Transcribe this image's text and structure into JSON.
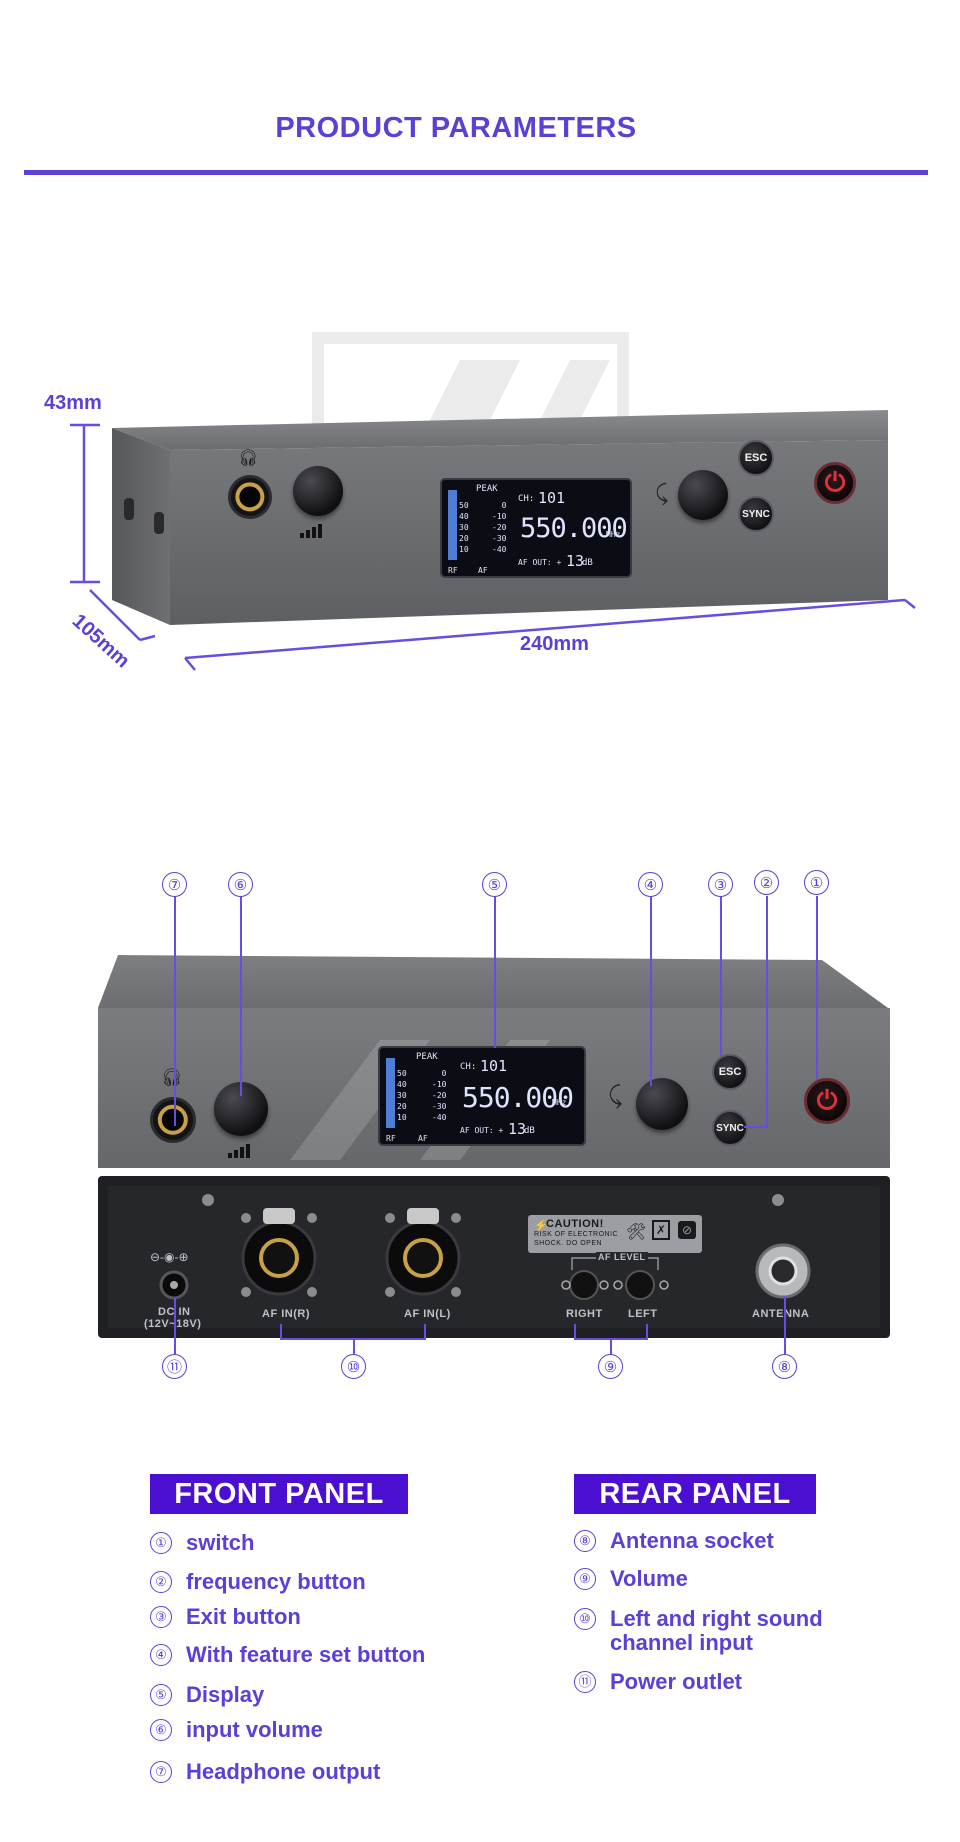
{
  "page": {
    "title": "PRODUCT PARAMETERS"
  },
  "dimensions": {
    "height": "43mm",
    "depth": "105mm",
    "width": "240mm"
  },
  "lcd": {
    "peak": "PEAK",
    "rf_scale": [
      "50",
      "40",
      "30",
      "20",
      "10"
    ],
    "af_scale": [
      "0",
      "-10",
      "-20",
      "-30",
      "-40"
    ],
    "rf_label": "RF",
    "af_label": "AF",
    "channel_label": "CH:",
    "channel_value": "101",
    "frequency": "550.000",
    "frequency_unit": "MHz",
    "afout_label": "AF OUT: +",
    "afout_value": "13",
    "afout_unit": "dB"
  },
  "device_buttons": {
    "esc": "ESC",
    "sync": "SYNC"
  },
  "rear": {
    "caution_title": "CAUTION!",
    "caution_text_1": "RISK OF ELECTRONIC",
    "caution_text_2": "SHOCK. DO OPEN",
    "dc_label_1": "DC IN",
    "dc_label_2": "(12V~18V)",
    "af_in_r": "AF IN(R)",
    "af_in_l": "AF IN(L)",
    "af_level": "AF LEVEL",
    "right": "RIGHT",
    "left": "LEFT",
    "antenna": "ANTENNA"
  },
  "callouts": [
    "⑦",
    "⑥",
    "⑤",
    "④",
    "③",
    "②",
    "①",
    "⑪",
    "⑩",
    "⑨",
    "⑧"
  ],
  "front_panel": {
    "heading": "FRONT PANEL",
    "items": [
      {
        "num": "①",
        "label": "switch"
      },
      {
        "num": "②",
        "label": "frequency button"
      },
      {
        "num": "③",
        "label": "Exit button"
      },
      {
        "num": "④",
        "label": "With feature set button"
      },
      {
        "num": "⑤",
        "label": "Display"
      },
      {
        "num": "⑥",
        "label": "input volume"
      },
      {
        "num": "⑦",
        "label": "Headphone output"
      }
    ]
  },
  "rear_panel": {
    "heading": "REAR PANEL",
    "items": [
      {
        "num": "⑧",
        "label": "Antenna socket"
      },
      {
        "num": "⑨",
        "label": "Volume"
      },
      {
        "num": "⑩",
        "label": "Left and right sound channel input"
      },
      {
        "num": "⑪",
        "label": "Power outlet"
      }
    ]
  },
  "colors": {
    "accent": "#5b3fd6",
    "heading_bg": "#4a0fd0",
    "device_gray": "#6b6d71",
    "rear_black": "#1f2023"
  }
}
